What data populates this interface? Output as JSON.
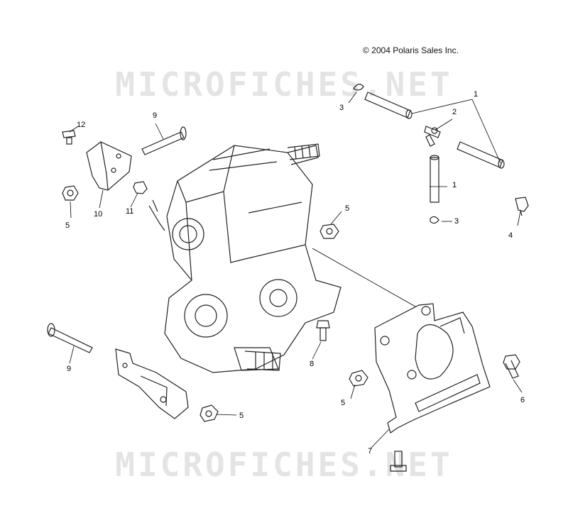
{
  "copyright": "© 2004 Polaris Sales Inc.",
  "watermark": "MICROFICHES.NET",
  "callouts": {
    "c1a": "1",
    "c1b": "1",
    "c2": "2",
    "c3a": "3",
    "c3b": "3",
    "c4": "4",
    "c5a": "5",
    "c5b": "5",
    "c5c": "5",
    "c5d": "5",
    "c6": "6",
    "c7": "7",
    "c8": "8",
    "c9a": "9",
    "c9b": "9",
    "c10": "10",
    "c11": "11",
    "c12": "12"
  }
}
